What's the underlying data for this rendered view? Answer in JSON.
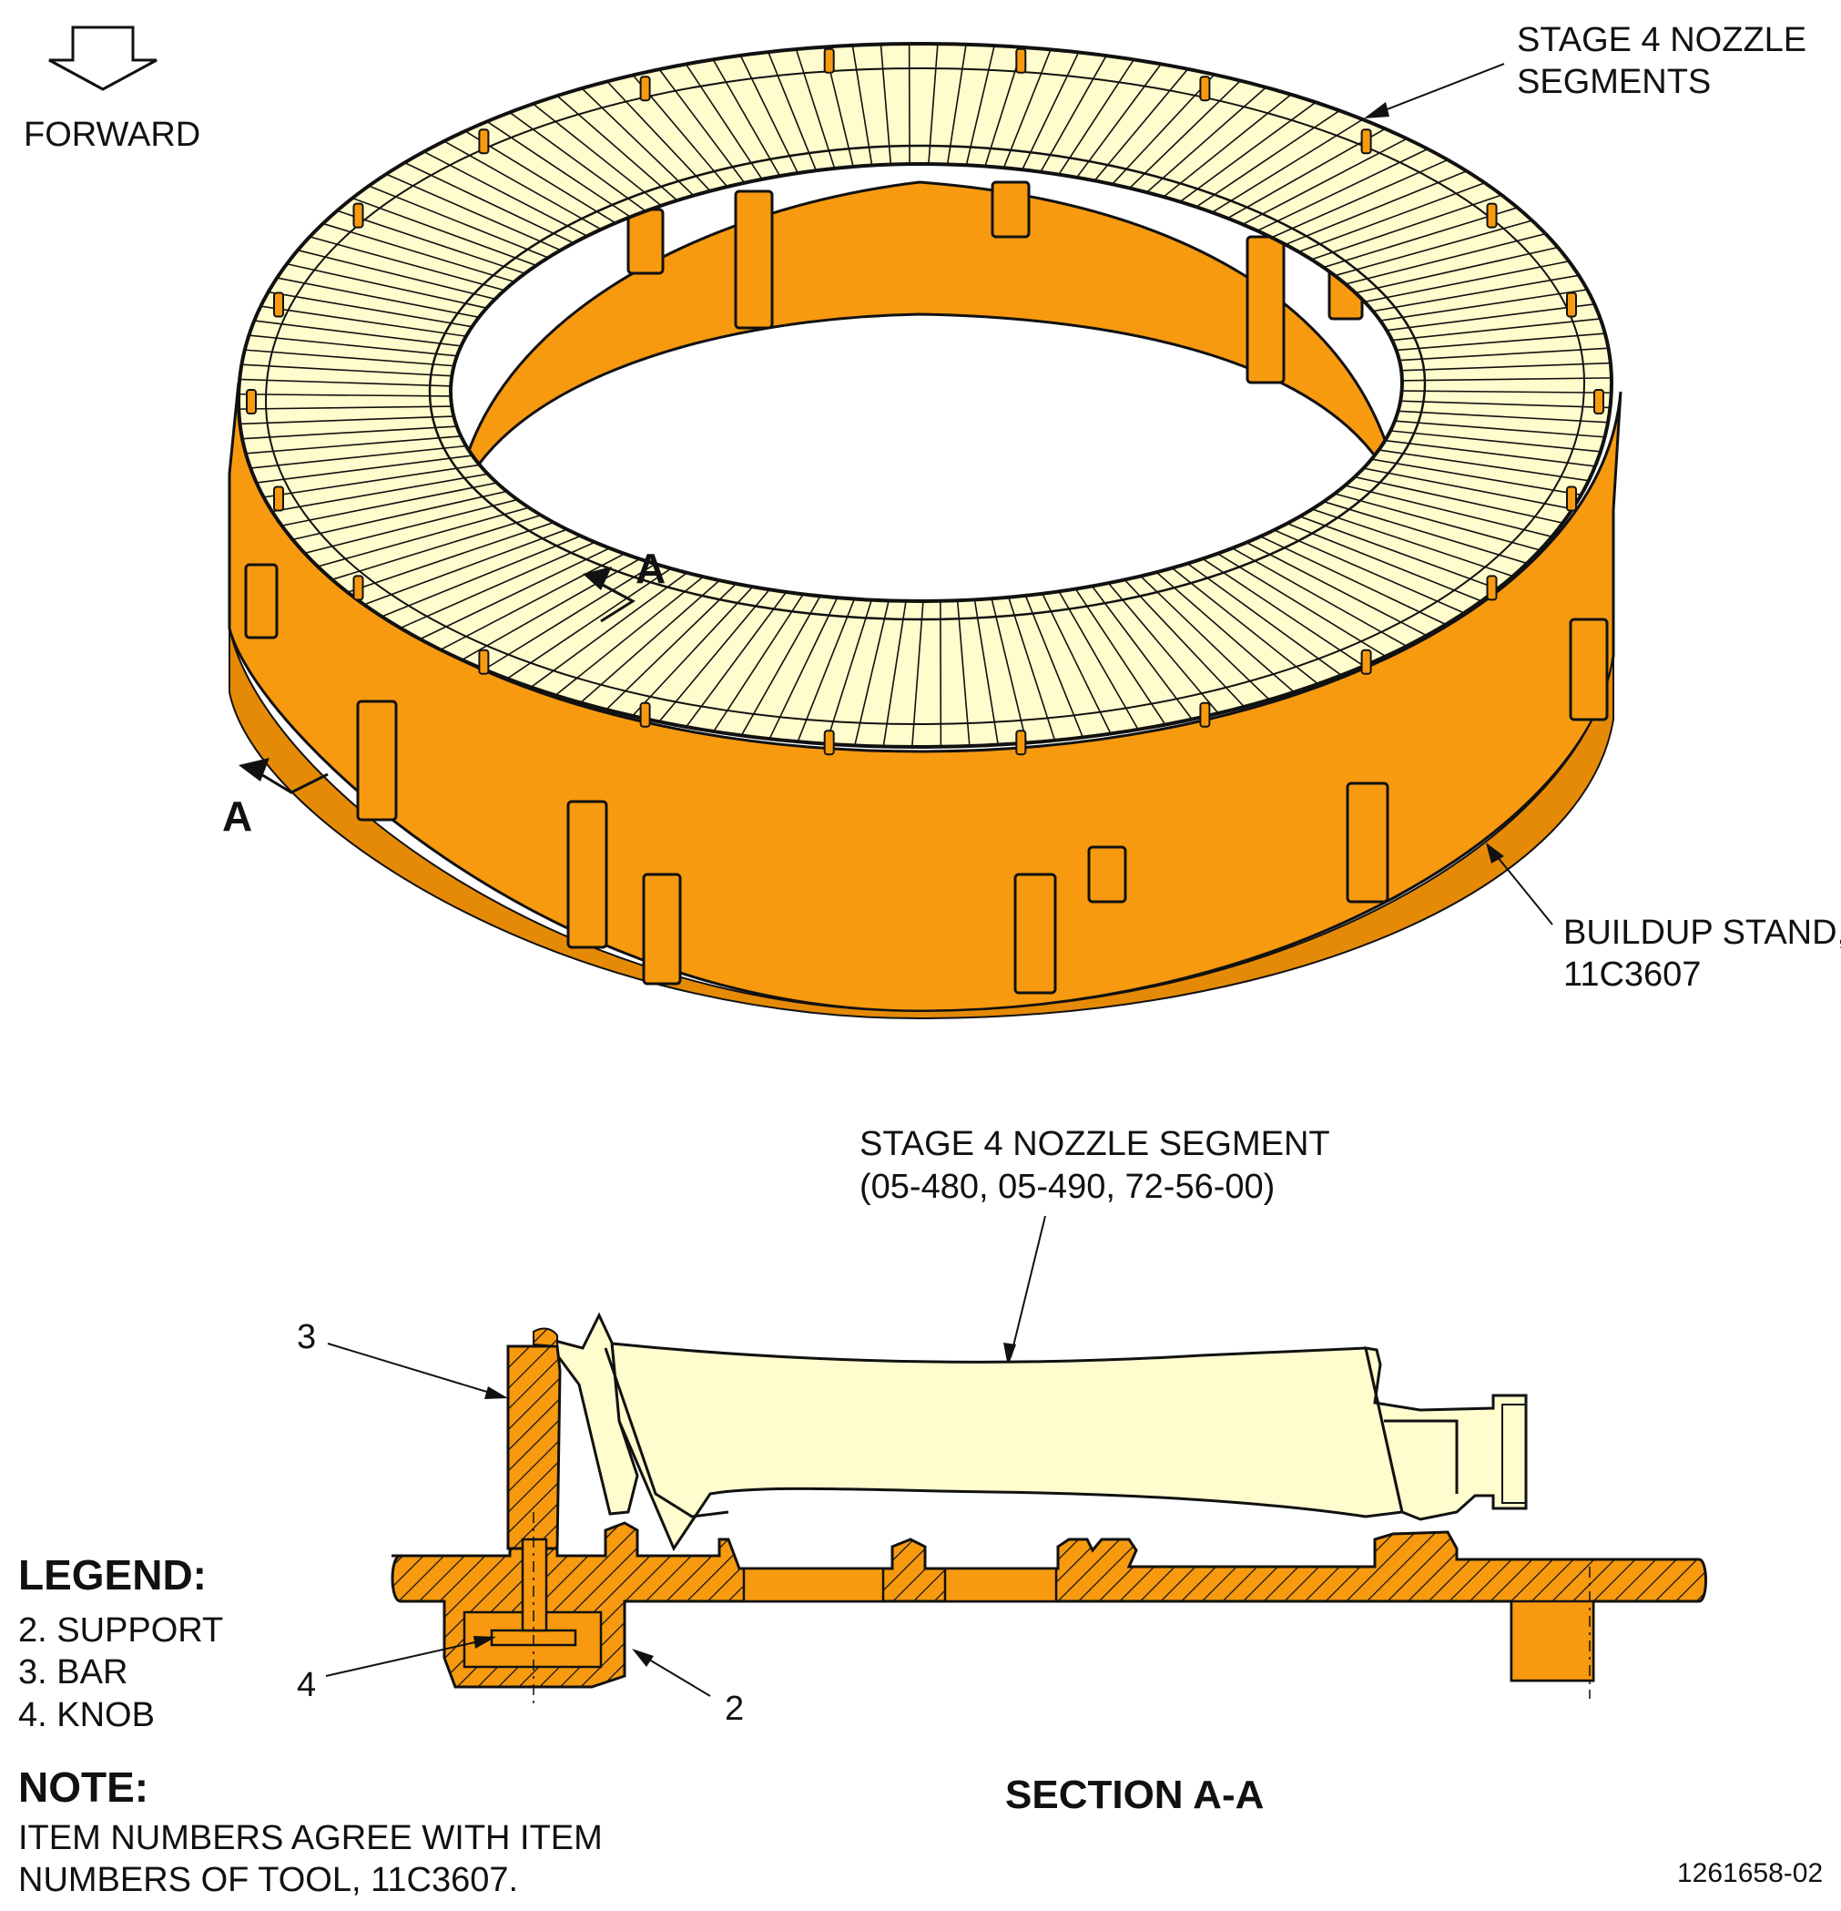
{
  "colors": {
    "tool_orange": "#F79A10",
    "nozzle_cream": "#FFFCCD",
    "outline": "#111111"
  },
  "labels": {
    "forward": "FORWARD",
    "stage4_segments_line1": "STAGE 4 NOZZLE",
    "stage4_segments_line2": "SEGMENTS",
    "buildup_stand_line1": "BUILDUP STAND,",
    "buildup_stand_line2": "11C3607",
    "section_marker": "A",
    "segment_line1": "STAGE 4 NOZZLE SEGMENT",
    "segment_line2": "(05-480, 05-490, 72-56-00)",
    "callout_3": "3",
    "callout_4": "4",
    "callout_2": "2",
    "section_title": "SECTION A-A",
    "figure_id": "1261658-02"
  },
  "legend": {
    "title": "LEGEND:",
    "items": [
      "2. SUPPORT",
      "3. BAR",
      "4. KNOB"
    ]
  },
  "note": {
    "title": "NOTE:",
    "line1": "ITEM NUMBERS AGREE WITH ITEM",
    "line2": "NUMBERS OF TOOL, 11C3607."
  }
}
